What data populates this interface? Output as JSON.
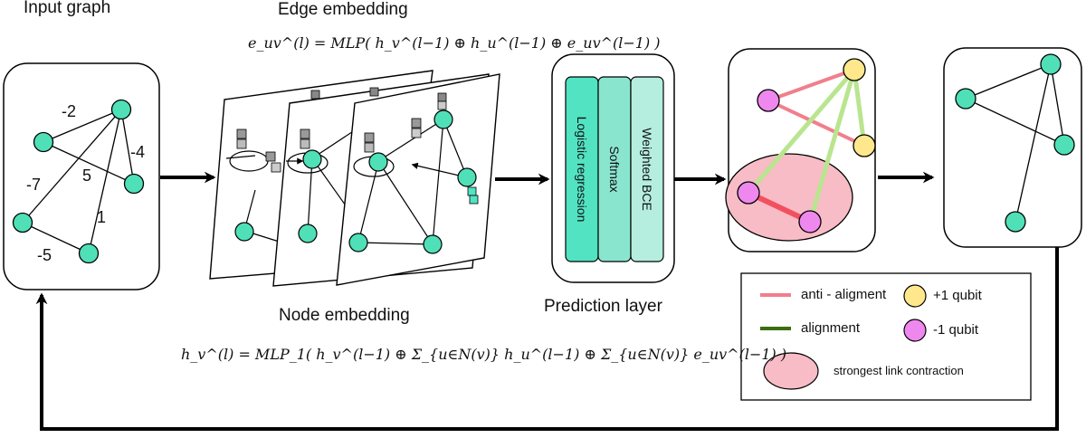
{
  "titles": {
    "input_graph": "Input graph",
    "edge_embedding": "Edge embedding",
    "node_embedding": "Node embedding",
    "prediction_layer": "Prediction layer"
  },
  "formulas": {
    "edge": "e_uv^(l) = MLP( h_v^(l−1) ⊕ h_u^(l−1) ⊕ e_uv^(l−1) )",
    "node": "h_v^(l) = MLP_1( h_v^(l−1) ⊕ Σ_{u∈N(v)} h_u^(l−1) ⊕ Σ_{u∈N(v)} e_uv^(l−1) )"
  },
  "input_graph": {
    "edge_weights": [
      "-2",
      "-4",
      "5",
      "-7",
      "1",
      "-5"
    ]
  },
  "prediction_layers": [
    "Logistic regression",
    "Softmax",
    "Weighted BCE"
  ],
  "legend": {
    "anti_alignment": "anti - aligment",
    "alignment": "alignment",
    "plus_qubit": "+1 qubit",
    "minus_qubit": "-1 qubit",
    "contraction": "strongest link contraction"
  },
  "colors": {
    "node": "#4fe0b8",
    "plus_qubit": "#ffe88c",
    "minus_qubit": "#ee88ee",
    "anti_alignment": "#f07f8c",
    "alignment_legend": "#3a6e10",
    "alignment_edge": "#b9e58f",
    "contraction": "#f7bcc6",
    "contracted_edge": "#f25060",
    "layer_1": "#52e3c3",
    "layer_2": "#8ae5cf",
    "layer_3": "#b5eedf"
  },
  "icons": {
    "arrow": "arrow-right-icon",
    "feedback": "feedback-arrow-icon"
  }
}
